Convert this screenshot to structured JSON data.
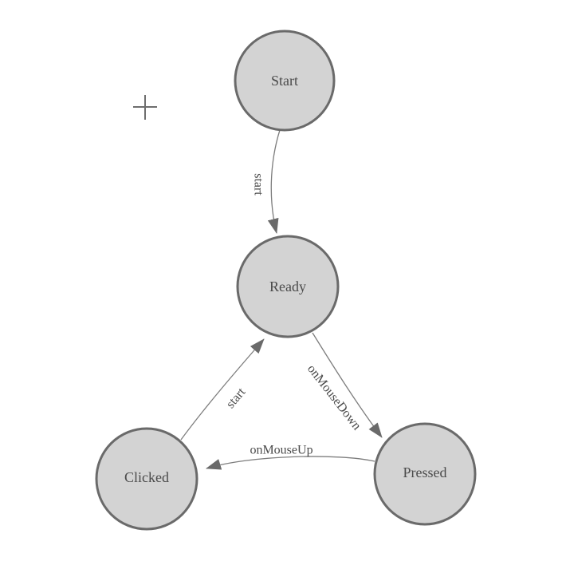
{
  "diagram": {
    "type": "finite-state-machine",
    "background": "#ffffff",
    "colors": {
      "node_fill": "#d3d3d3",
      "node_stroke": "#6a6a6a",
      "edge_stroke": "#7d7d7d",
      "arrow_fill": "#6a6a6a",
      "label_text": "#4a4a4a"
    },
    "nodes": [
      {
        "id": "start",
        "label": "Start"
      },
      {
        "id": "ready",
        "label": "Ready"
      },
      {
        "id": "clicked",
        "label": "Clicked"
      },
      {
        "id": "pressed",
        "label": "Pressed"
      }
    ],
    "edges": [
      {
        "from": "start",
        "to": "ready",
        "label": "start"
      },
      {
        "from": "ready",
        "to": "pressed",
        "label": "onMouseDown"
      },
      {
        "from": "pressed",
        "to": "clicked",
        "label": "onMouseUp"
      },
      {
        "from": "clicked",
        "to": "ready",
        "label": "start"
      }
    ]
  }
}
